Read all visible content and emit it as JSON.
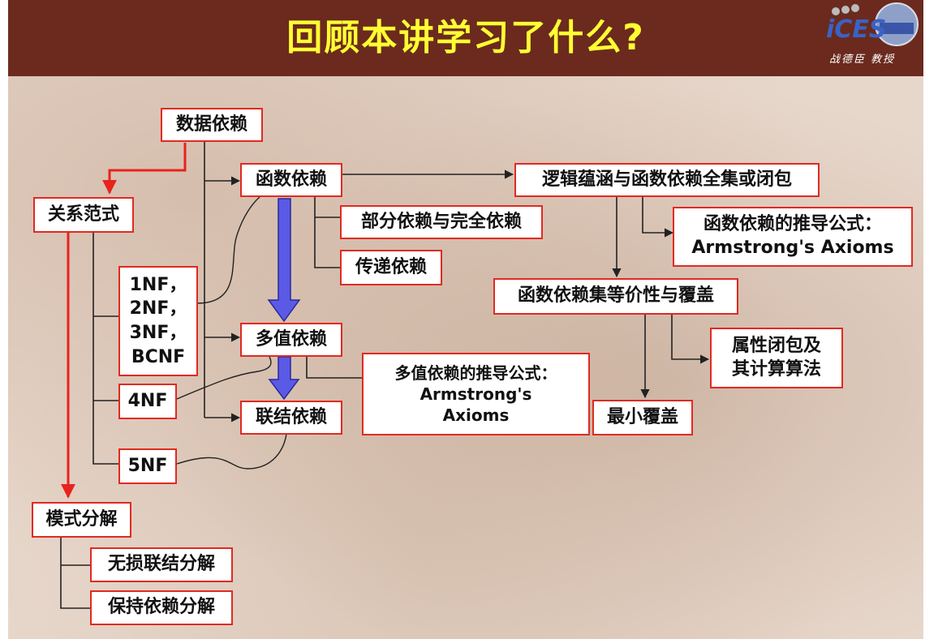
{
  "header": {
    "title": "回顾本讲学习了什么?",
    "logo_text": "iCES",
    "author": "战德臣 教授"
  },
  "nodes": {
    "data_dependency": "数据依赖",
    "normal_forms": "关系范式",
    "functional_dependency": "函数依赖",
    "logical_implication": "逻辑蕴涵与函数依赖全集或闭包",
    "partial_full": "部分依赖与完全依赖",
    "transitive": "传递依赖",
    "fd_axioms_line1": "函数依赖的推导公式：",
    "fd_axioms_line2": "Armstrong's Axioms",
    "fd_equivalence": "函数依赖集等价性与覆盖",
    "nf_1": "1NF，",
    "nf_2": "2NF，",
    "nf_3": "3NF，",
    "nf_bc": "BCNF",
    "multivalued": "多值依赖",
    "attr_closure_line1": "属性闭包及",
    "attr_closure_line2": "其计算算法",
    "mvd_axioms_line1": "多值依赖的推导公式：",
    "mvd_axioms_line2": "Armstrong's",
    "mvd_axioms_line3": "Axioms",
    "nf_4": "4NF",
    "minimal_cover": "最小覆盖",
    "join_dependency": "联结依赖",
    "nf_5": "5NF",
    "decomposition": "模式分解",
    "lossless_join": "无损联结分解",
    "dependency_preserving": "保持依赖分解"
  },
  "colors": {
    "header_bg": "#6b2a1d",
    "title": "#ffff33",
    "box_border": "#e02a22",
    "red_arrow": "#e8231d",
    "blue_arrow": "#5a5ae6"
  }
}
